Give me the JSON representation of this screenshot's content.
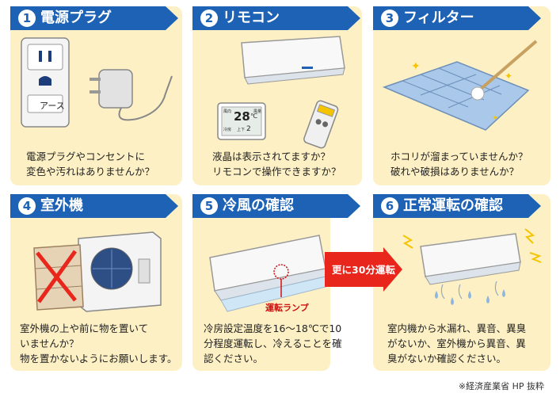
{
  "cards": [
    {
      "num": "1",
      "title": "電源プラグ",
      "line1": "電源プラグやコンセントに",
      "line2": "変色や汚れはありませんか？"
    },
    {
      "num": "2",
      "title": "リモコン",
      "line1": "液晶は表示されてますか？",
      "line2": "リモコンで操作できますか？"
    },
    {
      "num": "3",
      "title": "フィルター",
      "line1": "ホコリが溜まっていませんか？",
      "line2": "破れや破損はありませんか？"
    },
    {
      "num": "4",
      "title": "室外機",
      "line1": "室外機の上や前に物を置いて",
      "line2": "いませんか？",
      "line3": "物を置かないようにお願いします。"
    },
    {
      "num": "5",
      "title": "冷風の確認",
      "line1": "冷房設定温度を16～18℃で10",
      "line2": "分程度運転し、冷えることを確",
      "line3": "認ください。"
    },
    {
      "num": "6",
      "title": "正常運転の確認",
      "line1": "室内機から水漏れ、異音、異臭",
      "line2": "がないか、室外機から異音、異",
      "line3": "臭がないか確認ください。"
    }
  ],
  "outlet": {
    "label": "アース"
  },
  "remote_display": {
    "temp": "28",
    "unit": "℃",
    "mode1": "風向",
    "mode2": "風量",
    "mode3": "冷房",
    "mode4": "上下",
    "extra": "2"
  },
  "arrow_label": "更に30分運転",
  "lamp_label": "運転ランプ",
  "footer": "※経済産業省 HP 抜粋",
  "colors": {
    "header": "#1d62b4",
    "card": "#fdf0c4",
    "arrow": "#e8261c",
    "accent_red": "#d01010"
  }
}
